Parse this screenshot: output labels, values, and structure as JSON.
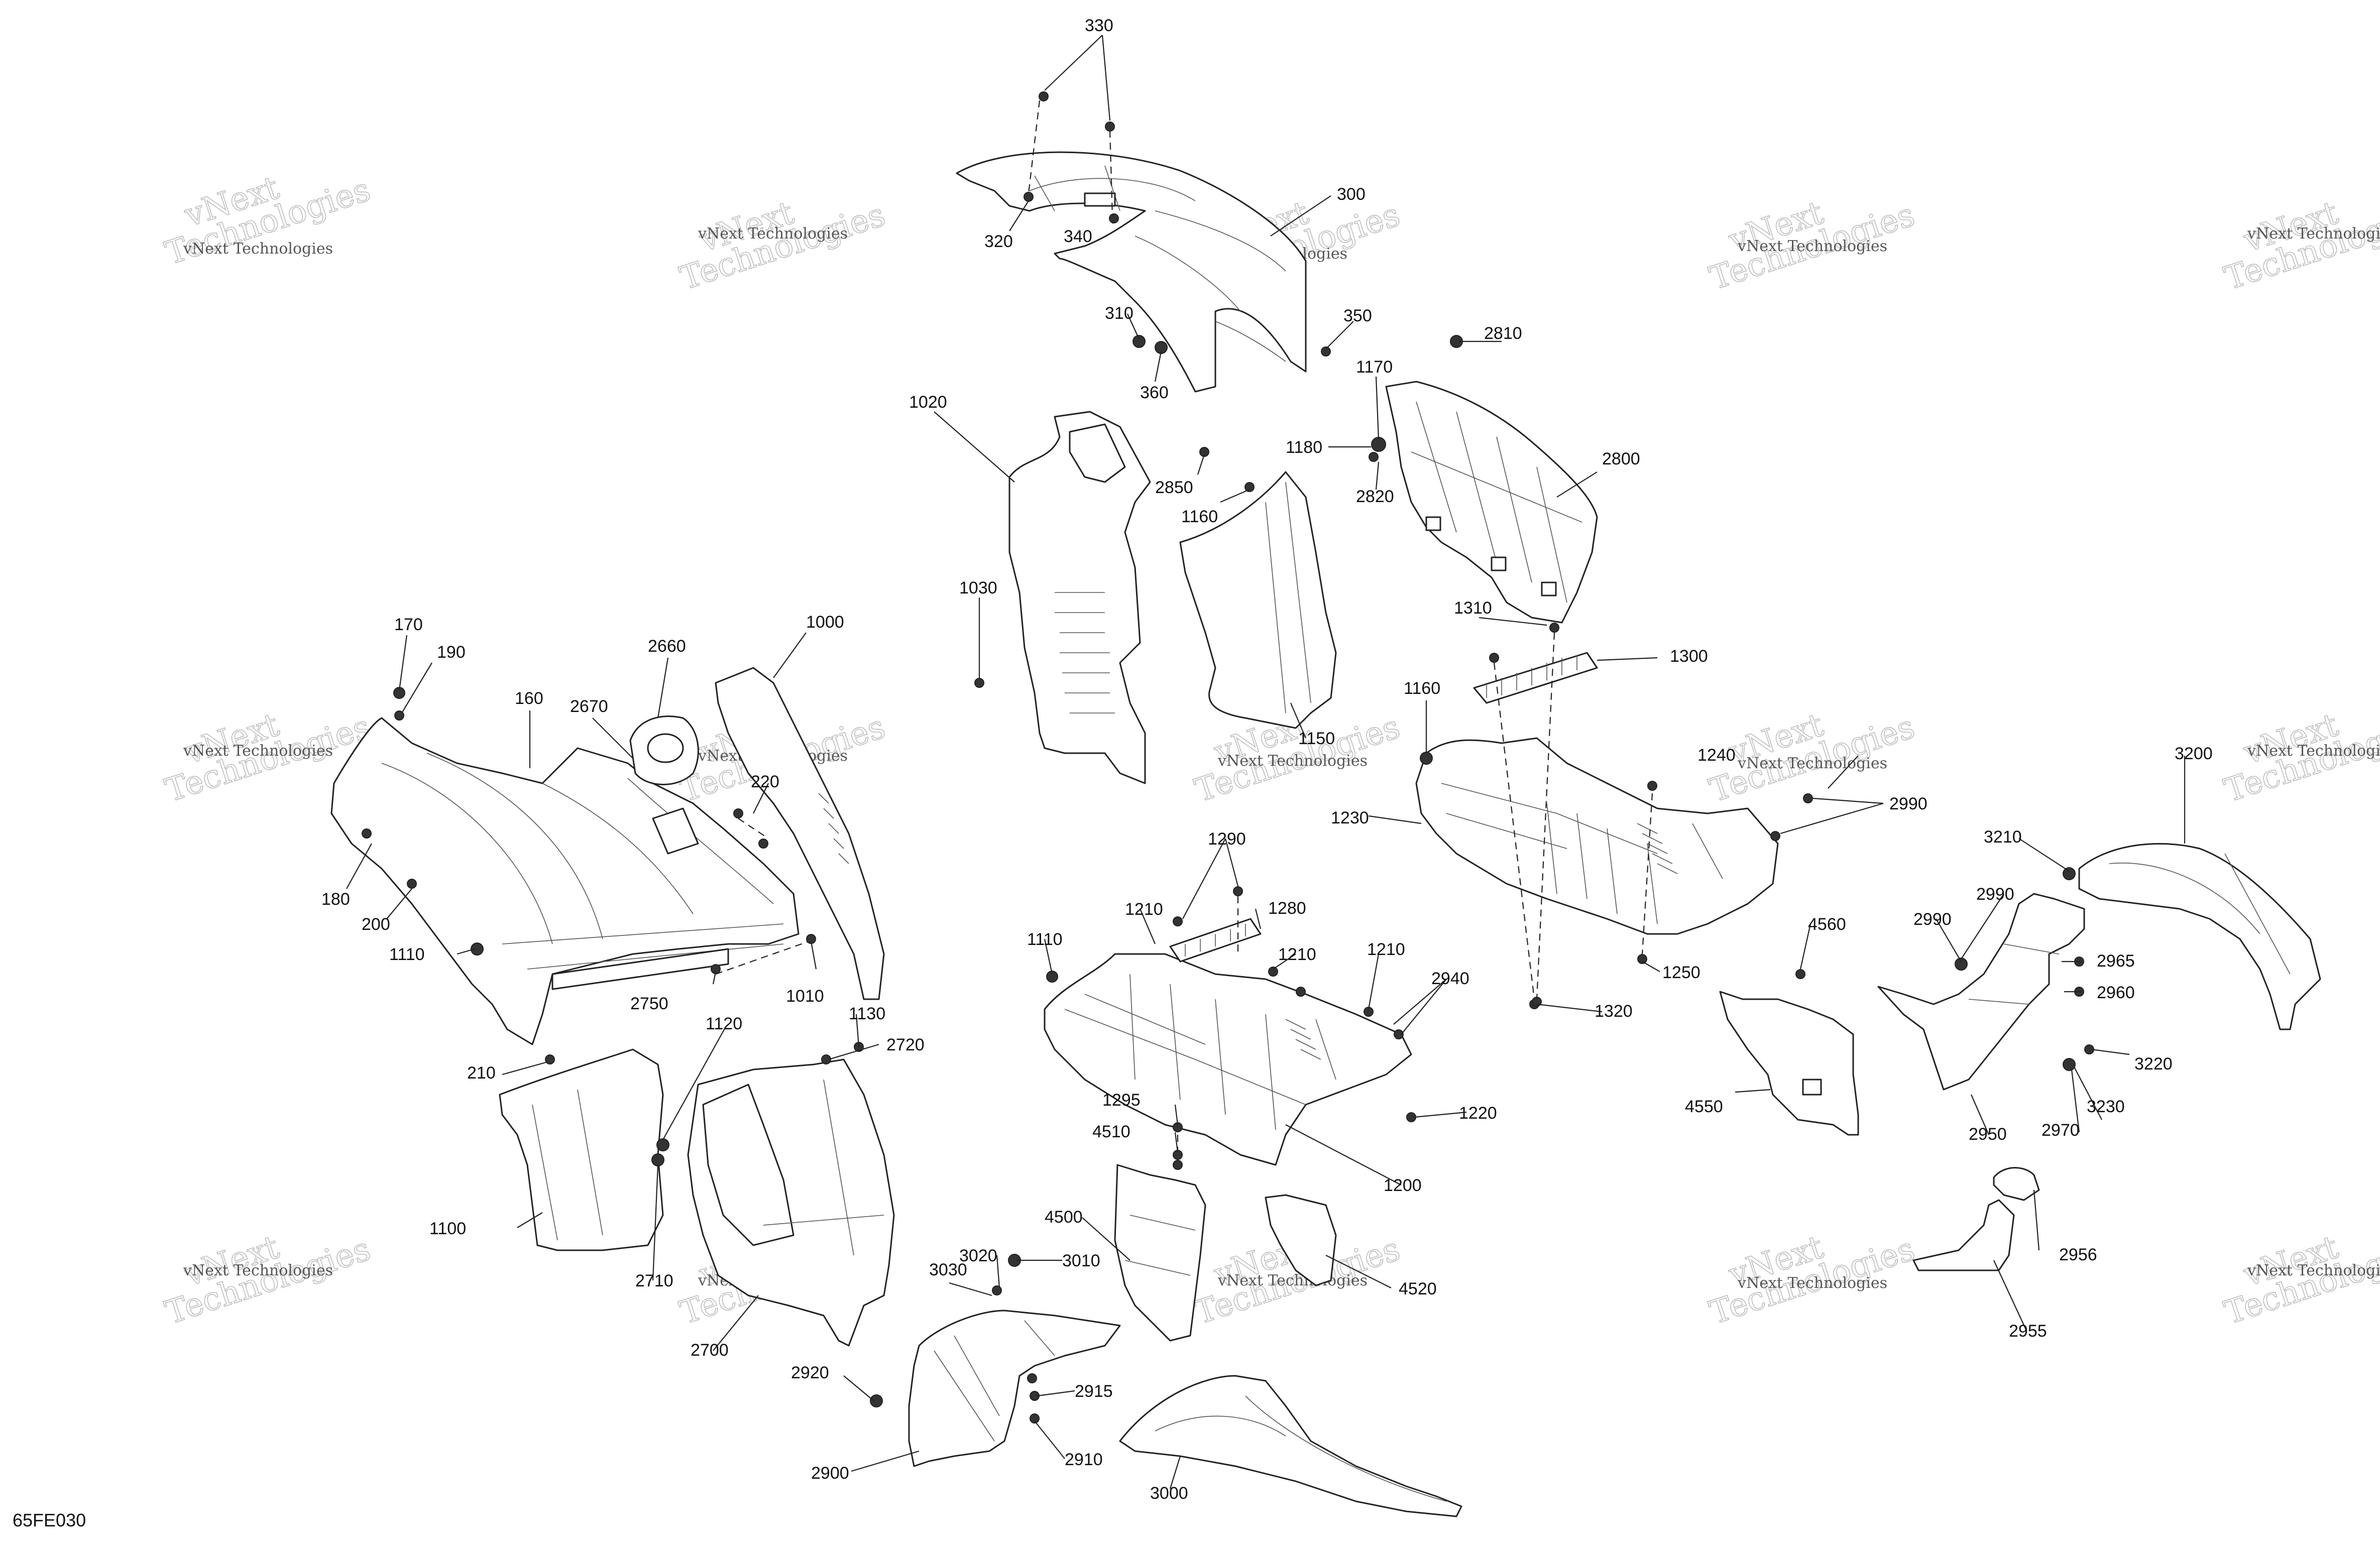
{
  "diagram_code": "65FE030",
  "watermark": {
    "line1": "vNext",
    "line2": "Technologies",
    "caption": "vNext Technologies"
  },
  "callouts": [
    "330",
    "300",
    "320",
    "340",
    "310",
    "350",
    "360",
    "2810",
    "1020",
    "1170",
    "1180",
    "2850",
    "2820",
    "2800",
    "1160",
    "1030",
    "1310",
    "1300",
    "170",
    "190",
    "1000",
    "2660",
    "160",
    "2670",
    "1160",
    "1150",
    "1240",
    "2990",
    "3200",
    "220",
    "1230",
    "180",
    "200",
    "3210",
    "1290",
    "2990",
    "2990",
    "1280",
    "1210",
    "1110",
    "1210",
    "1210",
    "1110",
    "4560",
    "2965",
    "2940",
    "1010",
    "1250",
    "2750",
    "1320",
    "2960",
    "1130",
    "2720",
    "1120",
    "3220",
    "4550",
    "2950",
    "1220",
    "3230",
    "210",
    "2970",
    "1295",
    "4510",
    "1200",
    "4500",
    "1100",
    "2956",
    "3020",
    "3010",
    "4520",
    "2710",
    "3030",
    "2955",
    "2700",
    "2915",
    "2920",
    "2910",
    "2900",
    "3000"
  ]
}
